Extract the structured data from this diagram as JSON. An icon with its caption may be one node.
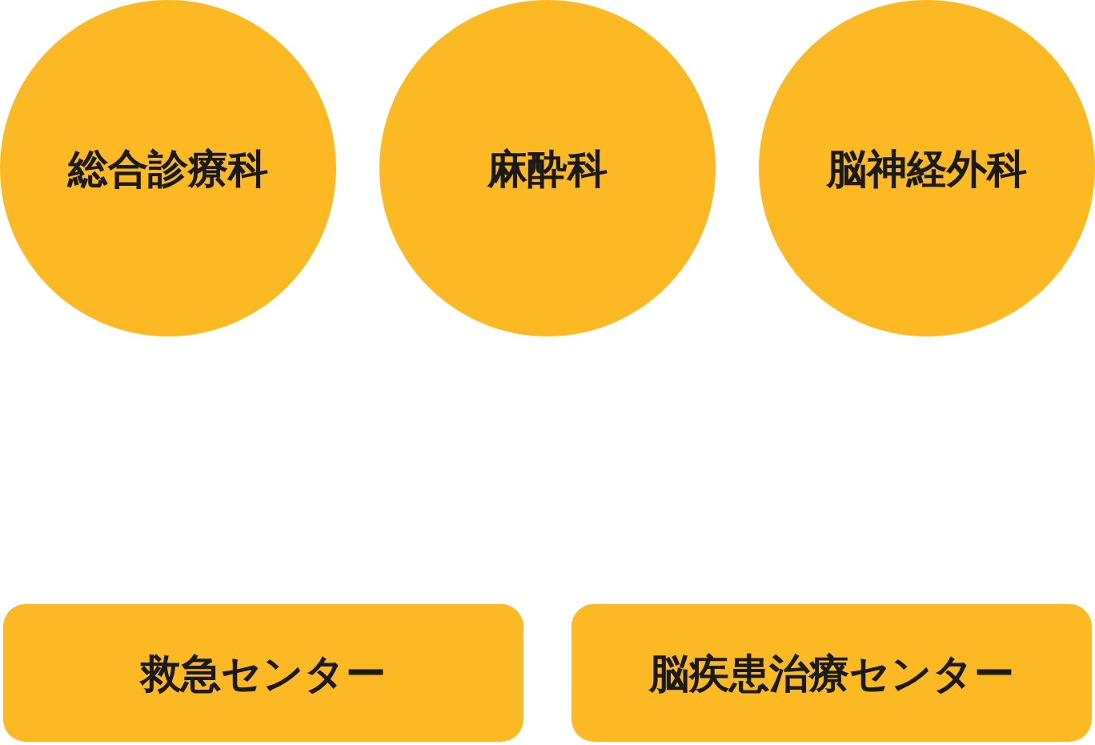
{
  "diagram": {
    "nodes": [
      {
        "text": [
          "総合診療科"
        ]
      },
      {
        "text": [
          "麻酔科"
        ]
      },
      {
        "text": [
          "脳神経外科"
        ]
      },
      {
        "text": [
          "救急センター"
        ]
      },
      {
        "text": [
          "脳疾患治療センター"
        ]
      }
    ]
  }
}
